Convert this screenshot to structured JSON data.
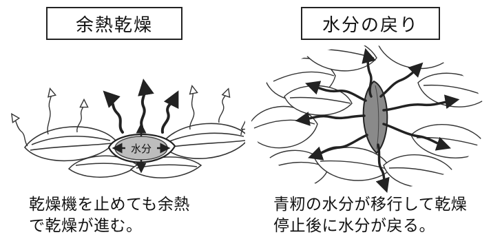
{
  "left": {
    "title": "余熱乾燥",
    "center_label": "水分",
    "caption_line1": "乾燥機を止めても余熱",
    "caption_line2": "で乾燥が進む。"
  },
  "right": {
    "title": "水分の戻り",
    "caption_line1": "青籾の水分が移行して乾燥",
    "caption_line2": "停止後に水分が戻る。"
  }
}
